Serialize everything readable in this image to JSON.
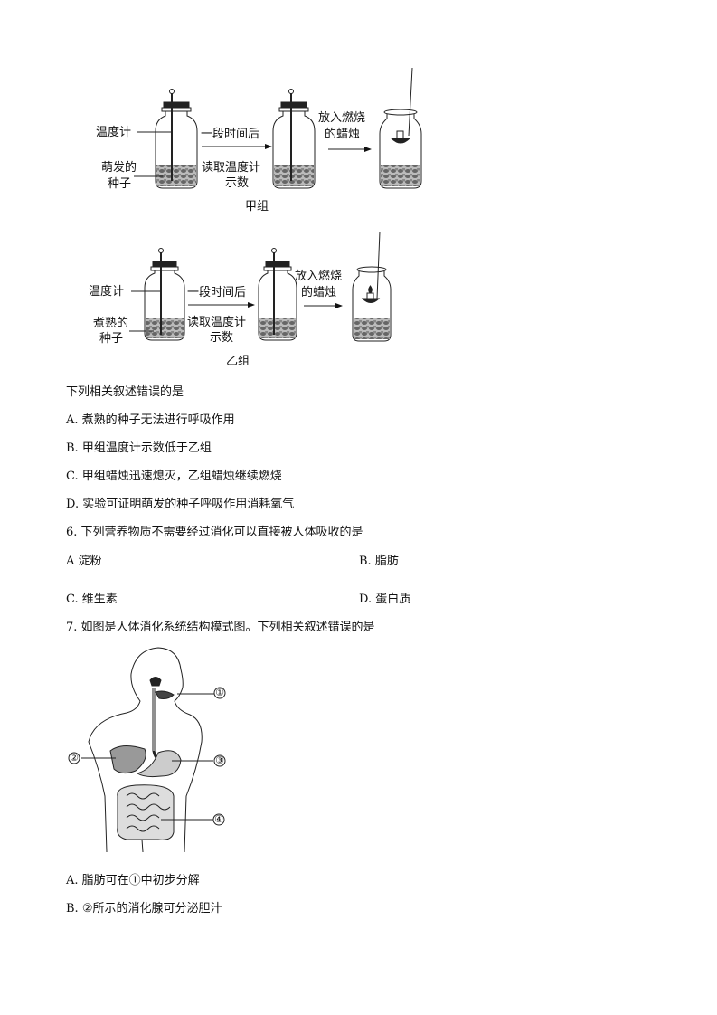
{
  "figure_q5": {
    "group_a": {
      "label_thermometer": "温度计",
      "label_seeds_1": "萌发的",
      "label_seeds_2": "种子",
      "arrow1_top": "一段时间后",
      "arrow1_bottom_1": "读取温度计",
      "arrow1_bottom_2": "示数",
      "arrow2_top_1": "放入燃烧",
      "arrow2_top_2": "的蜡烛",
      "caption": "甲组"
    },
    "group_b": {
      "label_thermometer": "温度计",
      "label_seeds_1": "煮熟的",
      "label_seeds_2": "种子",
      "arrow1_top": "一段时间后",
      "arrow1_bottom_1": "读取温度计",
      "arrow1_bottom_2": "示数",
      "arrow2_top_1": "放入燃烧",
      "arrow2_top_2": "的蜡烛",
      "caption": "乙组"
    }
  },
  "q5": {
    "stem": "下列相关叙述错误的是",
    "options": [
      "A.  煮熟的种子无法进行呼吸作用",
      "B.  甲组温度计示数低于乙组",
      "C.  甲组蜡烛迅速熄灭，乙组蜡烛继续燃烧",
      "D.  实验可证明萌发的种子呼吸作用消耗氧气"
    ]
  },
  "q6": {
    "stem": "6.  下列营养物质不需要经过消化可以直接被人体吸收的是",
    "options": [
      "A   淀粉",
      "B.  脂肪",
      "C.  维生素",
      "D.  蛋白质"
    ]
  },
  "q7": {
    "stem": "7.  如图是人体消化系统结构模式图。下列相关叙述错误的是",
    "figure_labels": [
      "①",
      "②",
      "③",
      "④"
    ],
    "options": [
      "A.  脂肪可在①中初步分解",
      "B. ②所示的消化腺可分泌胆汁"
    ]
  }
}
